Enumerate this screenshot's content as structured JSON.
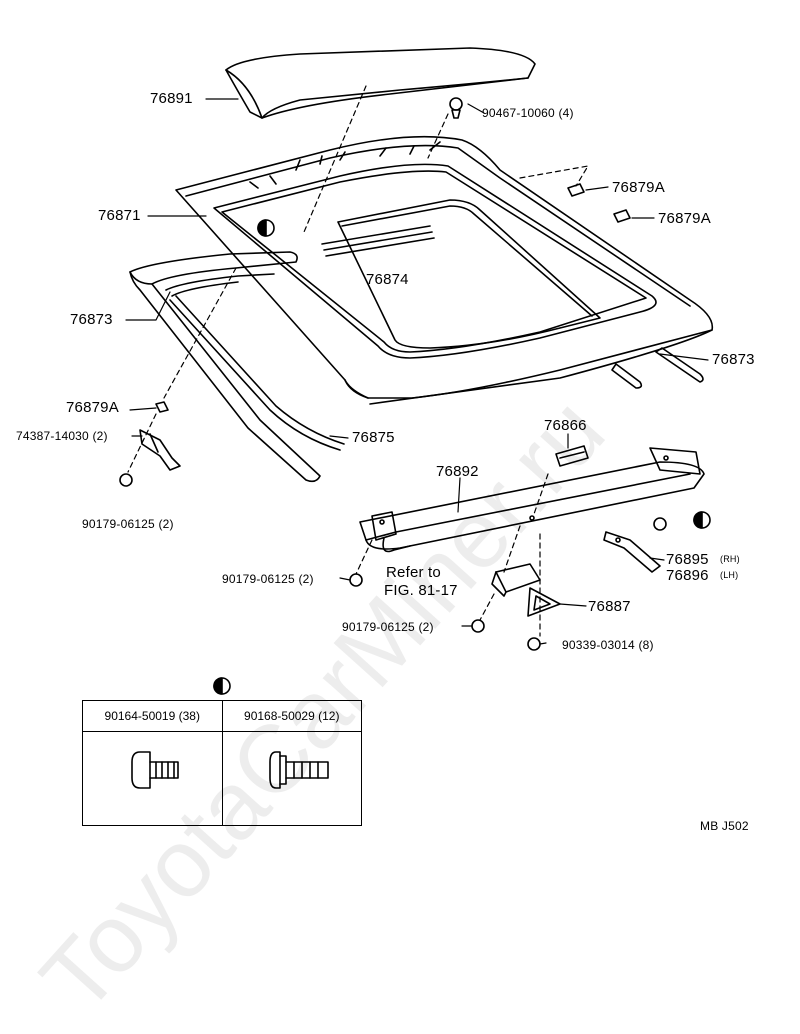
{
  "watermark": "ToyotaCarMiner.ru",
  "diagram_code": "MB  J502",
  "refer": {
    "line1": "Refer to",
    "line2": "FIG. 81-17"
  },
  "callouts": {
    "c76891": "76891",
    "c90467": "90467-10060 (4)",
    "c76879A_1": "76879A",
    "c76879A_2": "76879A",
    "c76871": "76871",
    "c76874": "76874",
    "c76873_l": "76873",
    "c76873_r": "76873",
    "c76879A_3": "76879A",
    "c74387": "74387-14030 (2)",
    "c76875": "76875",
    "c76866": "76866",
    "c76892": "76892",
    "c90179_a": "90179-06125 (2)",
    "c90179_b": "90179-06125 (2)",
    "c90179_c": "90179-06125 (2)",
    "c76895": "76895",
    "c76895_sub": "(RH)",
    "c76896": "76896",
    "c76896_sub": "(LH)",
    "c76887": "76887",
    "c90339": "90339-03014 (8)"
  },
  "bolt_table": {
    "col1": "90164-50019 (38)",
    "col2": "90168-50029 (12)"
  },
  "icons": [
    "half-circle-symbol-icon",
    "bolt-icon",
    "flange-bolt-icon"
  ]
}
